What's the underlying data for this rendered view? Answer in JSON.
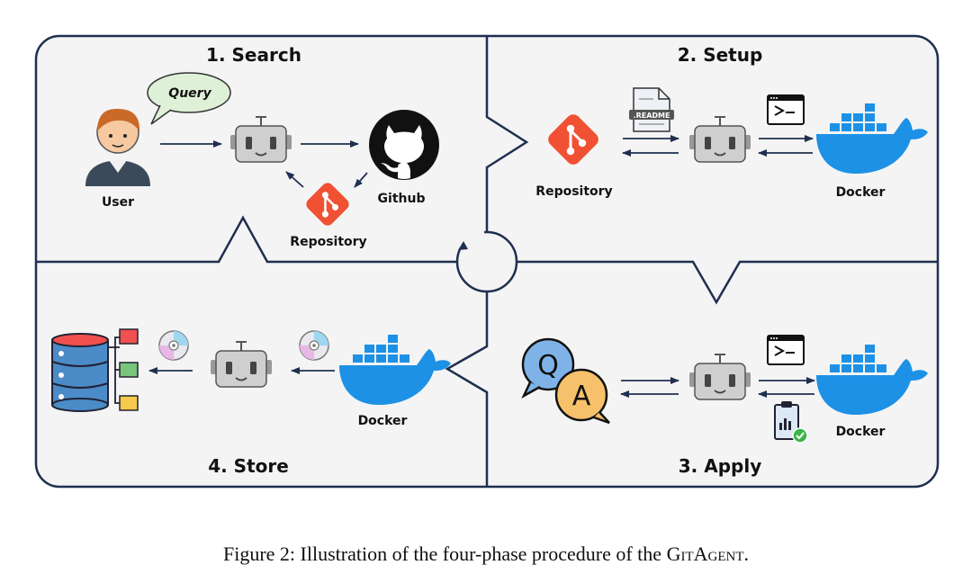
{
  "phases": {
    "search": "1. Search",
    "setup": "2. Setup",
    "apply": "3. Apply",
    "store": "4. Store"
  },
  "labels": {
    "user": "User",
    "query": "Query",
    "github": "Github",
    "repository_search": "Repository",
    "repository_setup": "Repository",
    "docker_setup": "Docker",
    "docker_apply": "Docker",
    "docker_store": "Docker",
    "readme": ".README",
    "terminal_prompt": ">-"
  },
  "caption": {
    "prefix": "Figure 2: Illustration of the four-phase procedure of the ",
    "name": "GitAgent",
    "suffix": "."
  },
  "colors": {
    "panel_bg": "#f4f4f4",
    "border": "#1f2f4f",
    "arrow": "#1f2f4f",
    "docker_blue": "#1d91e6",
    "git_orange": "#f05133",
    "robot_gray": "#c9c9c9",
    "db_blue": "#4b8bc8",
    "qa_blue": "#7fb3e8",
    "qa_yellow": "#f7c16b"
  }
}
